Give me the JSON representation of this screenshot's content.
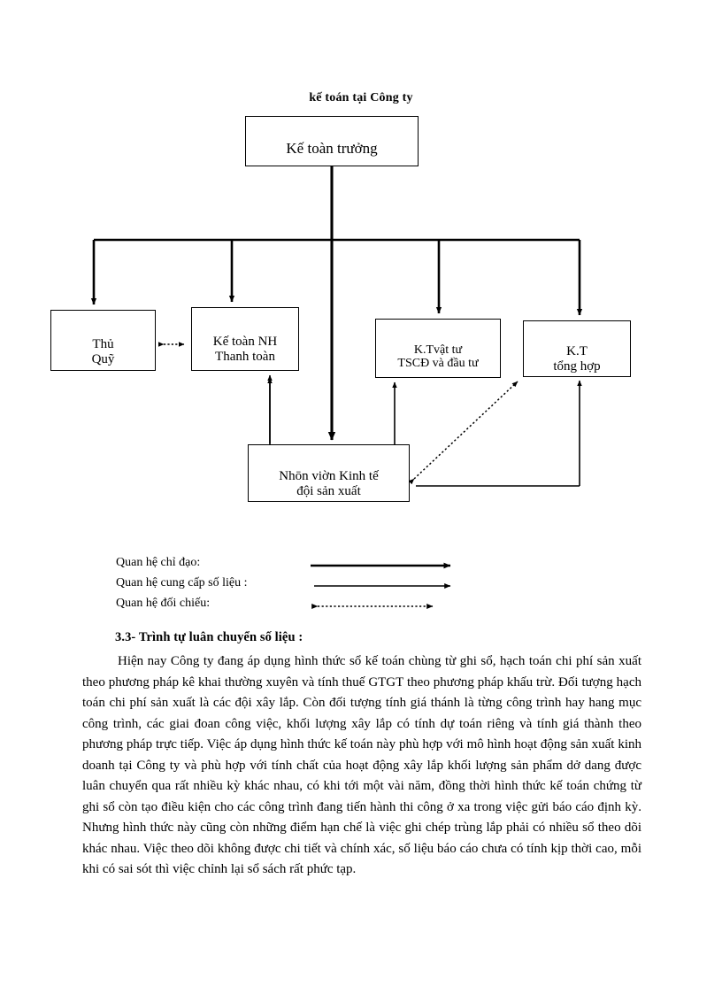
{
  "diagram": {
    "title": "kế toán tại Công ty",
    "nodes": {
      "chief": "Kế toàn trưởng",
      "treasury": "Thủ\nQuỹ",
      "bank": "Kế toàn NH\nThanh toàn",
      "materials": "K.Tvật tư\nTSCĐ và đầu tư",
      "general": "K.T\ntổng hợp",
      "staff": "Nhōn viờn Kinh tế\nđội sản xuất"
    }
  },
  "legend": [
    {
      "label": "Quan hệ chỉ đạo:",
      "arrow": "solid-thick-right"
    },
    {
      "label": "Quan hệ cung cấp số liệu :",
      "arrow": "solid-thin-right"
    },
    {
      "label": "Quan hệ đối chiếu:",
      "arrow": "dotted-double"
    }
  ],
  "section": {
    "heading": "3.3- Trình tự luân chuyển số liệu :",
    "paragraph": "Hiện nay Công ty đang áp dụng hình thức sổ kế toán chùng từ ghi sổ, hạch toán chi phí sản xuất theo phương pháp kê khai thường xuyên và tính thuế GTGT theo phương pháp khấu trừ. Đối tượng hạch toán chi phí sản xuất là các đội xây lắp. Còn đối tượng tính giá thánh là từng công trình hay hang mục công trình, các giai đoan công việc, khối lượng xây lắp có tính dự toán riêng và tính giá thành theo phương pháp trực tiếp. Việc áp dụng hình thức kế toán này phù hợp với mô hình hoạt động sản xuất kinh doanh tại Công ty và phù hợp với tính chất của hoạt động xây lắp khối lượng sản phẩm dở dang được luân chuyển qua rất nhiều kỳ khác nhau, có khi tới một vài năm, đồng thời hình thức kế toán chứng từ ghi sổ còn tạo điều kiện cho các công trình đang tiến hành thi công ở xa trong việc gửi báo cáo định kỳ. Nhưng hình thức này cũng còn những điểm hạn chế là việc ghi chép trùng lắp phải có nhiều sổ theo dõi khác nhau. Việc theo dõi không được chi tiết và chính xác, số liệu báo cáo chưa có tính kịp thời cao, mỗi khi có sai sót thì việc chỉnh lại sổ sách rất phức tạp."
  },
  "colors": {
    "ink": "#000000",
    "paper": "#ffffff"
  }
}
